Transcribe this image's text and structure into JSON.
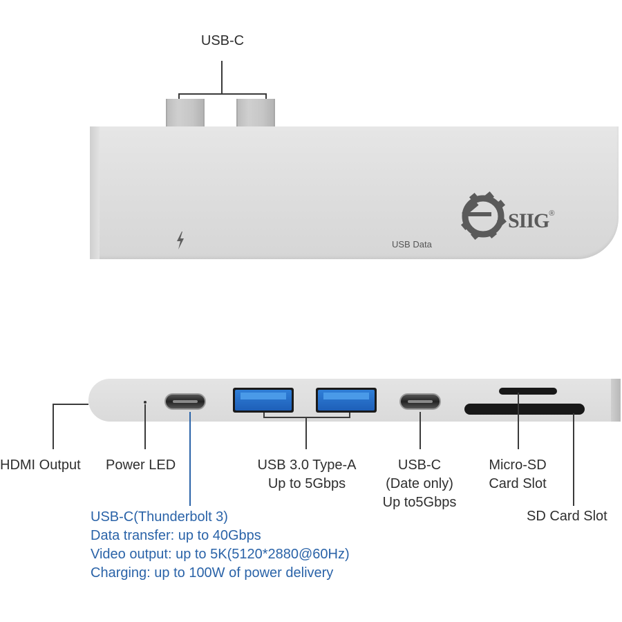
{
  "top_view": {
    "callout_label": "USB-C",
    "usb_data_text": "USB Data",
    "power_icon": "lightning-bolt-icon",
    "brand": {
      "name": "SIIG",
      "registered_mark": "®",
      "logo_icon": "siig-gear-logo-icon"
    }
  },
  "bottom_view": {
    "labels": {
      "hdmi": "HDMI Output",
      "power_led": "Power LED",
      "usb_a_line1": "USB 3.0 Type-A",
      "usb_a_line2": "Up to 5Gbps",
      "usb_c_line1": "USB-C",
      "usb_c_line2": "(Date only)",
      "usb_c_line3": "Up to5Gbps",
      "micro_sd_line1": "Micro-SD",
      "micro_sd_line2": "Card Slot",
      "sd": "SD Card Slot"
    },
    "thunderbolt": {
      "line1": "USB-C(Thunderbolt 3)",
      "line2": "Data transfer: up to 40Gbps",
      "line3": "Video output: up to 5K(5120*2880@60Hz)",
      "line4": "Charging: up to 100W of power delivery"
    }
  },
  "colors": {
    "accent_blue": "#2a63a8",
    "usb3_blue": "#2f7fd8",
    "body_silver": "#dcdcdc",
    "text_dark": "#2e2e2e"
  }
}
